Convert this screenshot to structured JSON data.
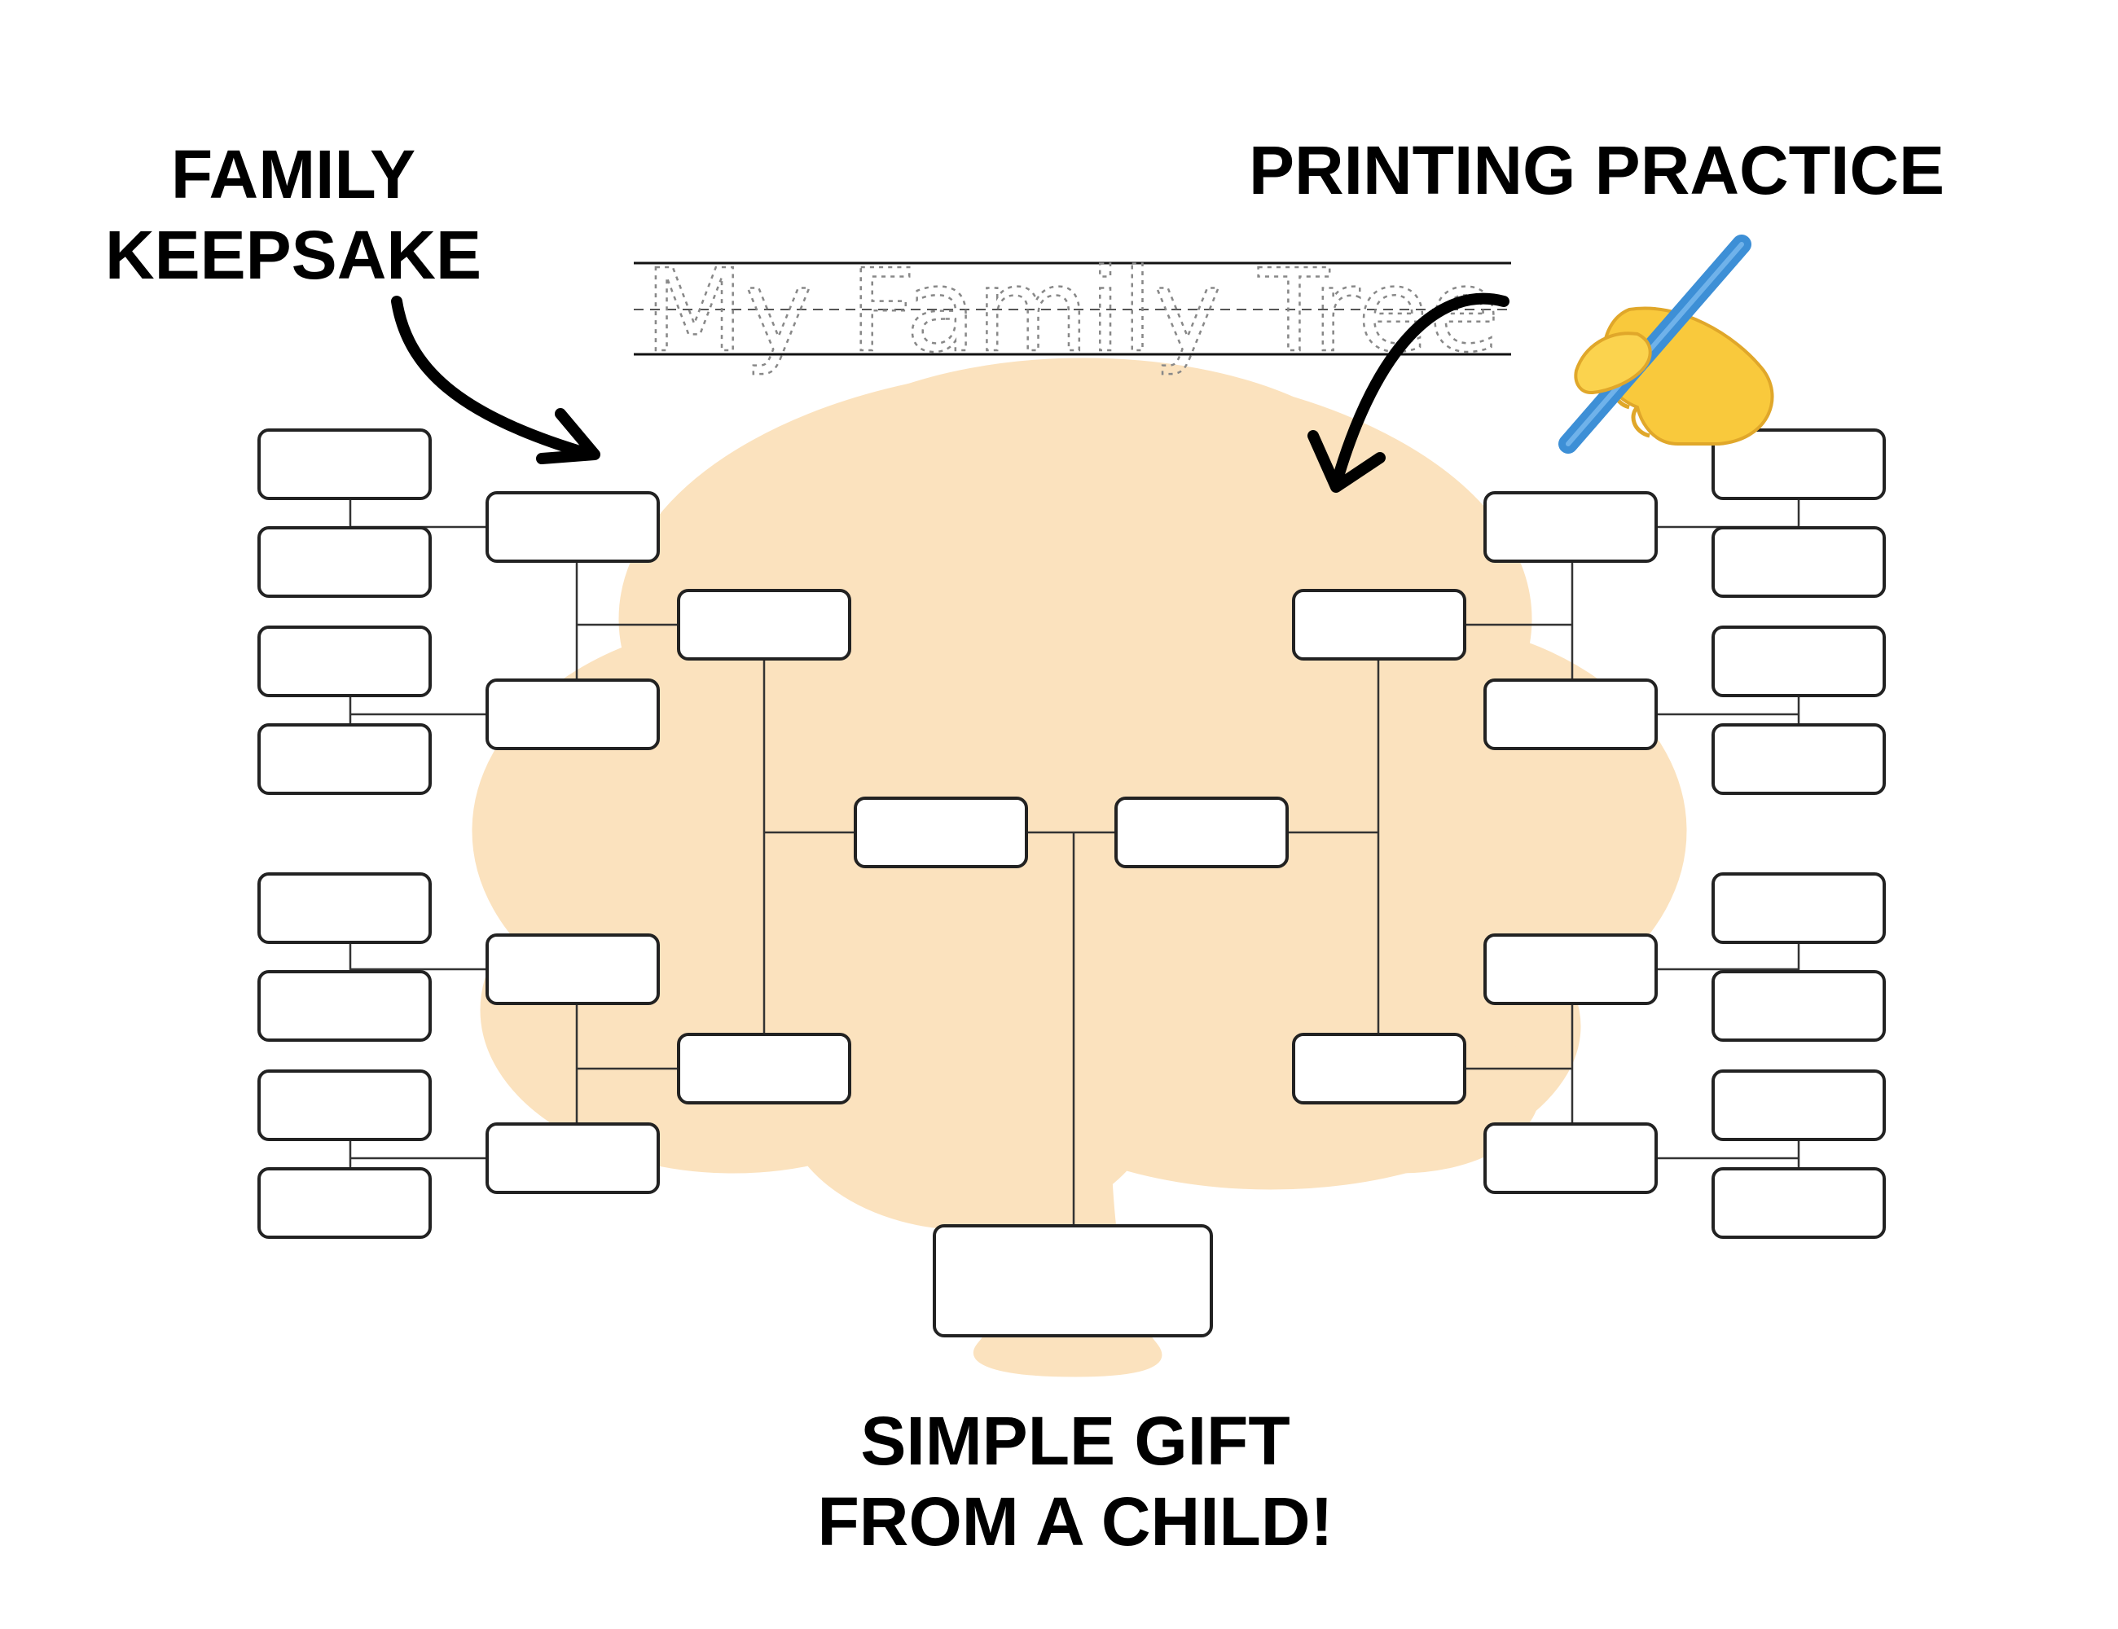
{
  "worksheet": {
    "title_trace": "My Family Tree",
    "callouts": {
      "keepsake": [
        "FAMILY",
        "KEEPSAKE"
      ],
      "printing": "PRINTING PRACTICE",
      "gift": [
        "SIMPLE GIFT",
        "FROM A CHILD!"
      ]
    },
    "tree_color": "#fbe2be",
    "pen_color": "#3d8fd6",
    "hand_color": "#f9c93c",
    "box_border_color": "#222222"
  }
}
